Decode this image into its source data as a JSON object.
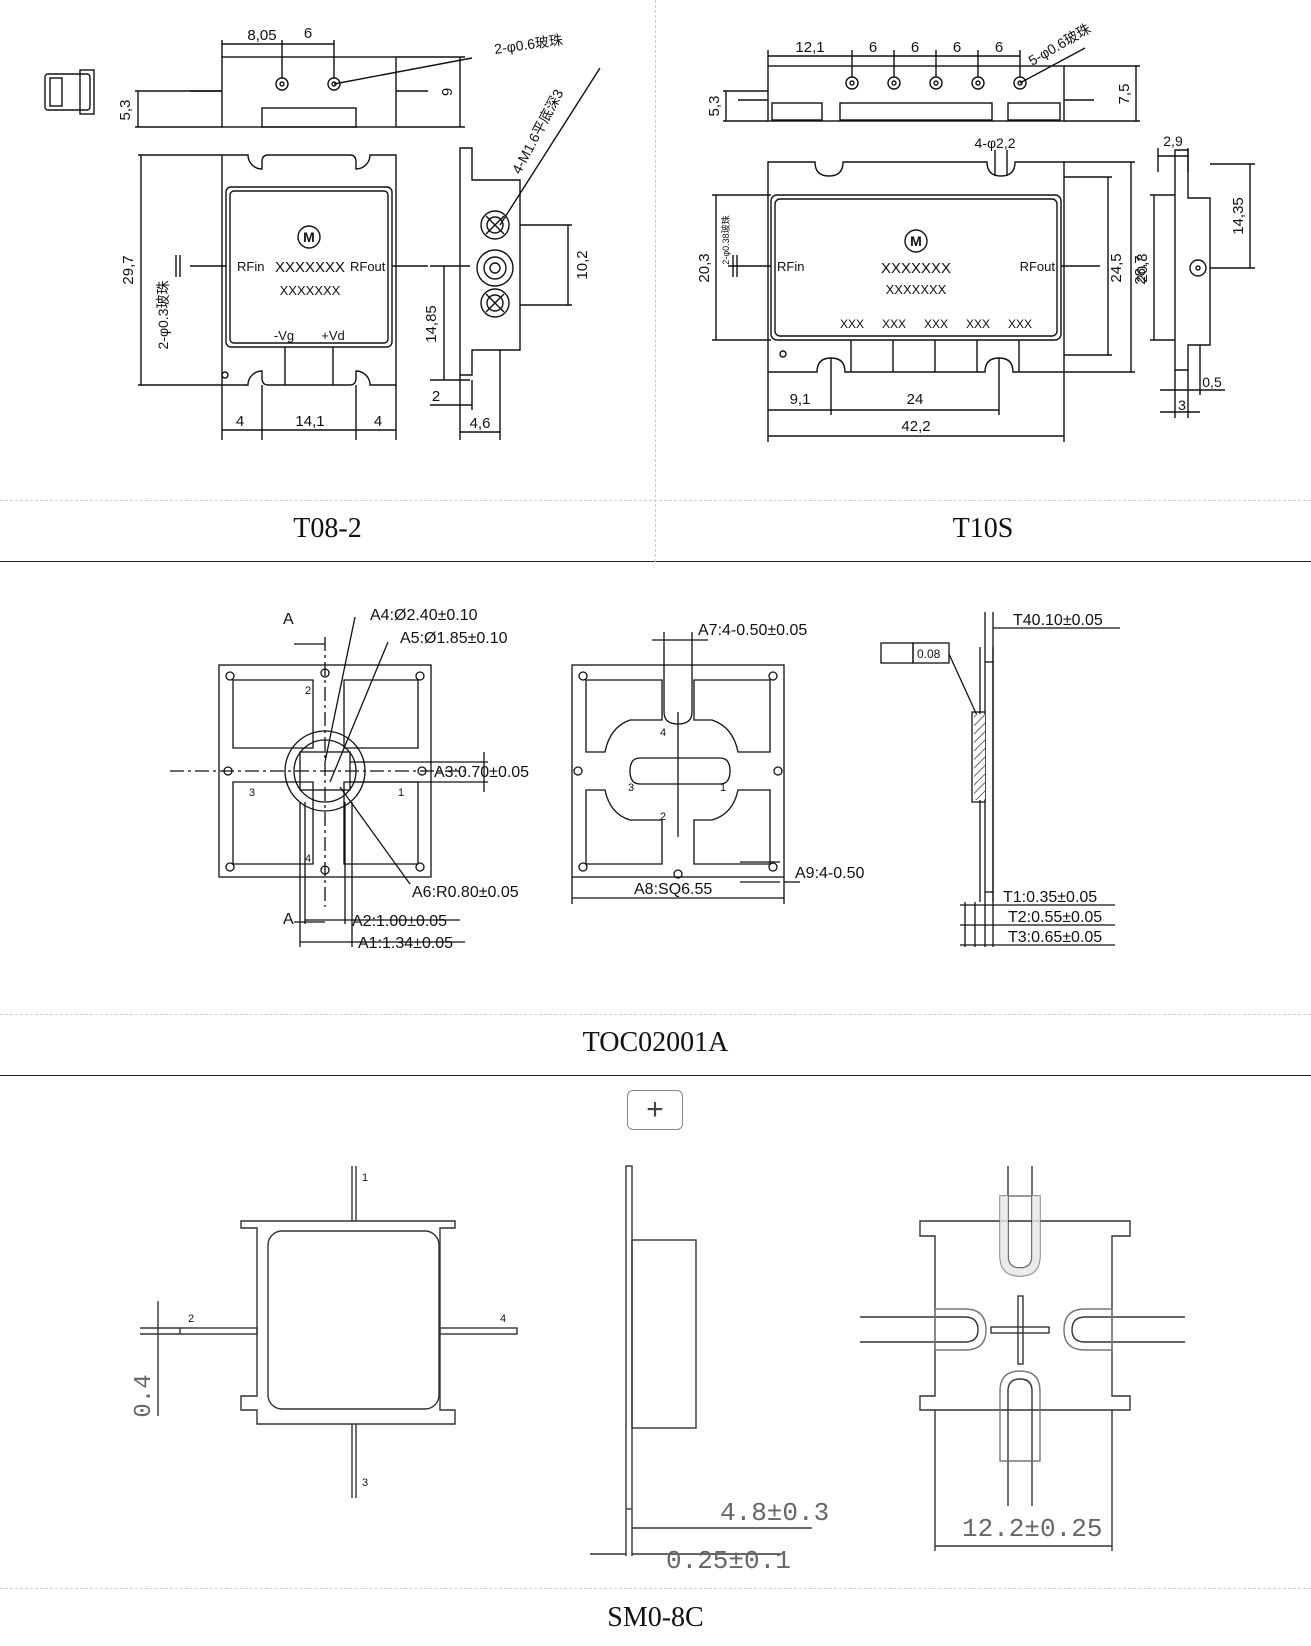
{
  "t08": {
    "caption": "T08-2",
    "dims": {
      "d1": "8,05",
      "d2": "6",
      "d3": "5,3",
      "d4": "9",
      "d5": "29,7",
      "d6": "10,2",
      "d7": "14,85",
      "d8": "2",
      "d9": "4,6",
      "d10": "4",
      "d11": "14,1",
      "d12": "4"
    },
    "notes": {
      "bead06": "2-φ0.6玻珠",
      "m16": "4-M1.6平底深3",
      "bead03": "2-φ0.3玻珠"
    },
    "labels": {
      "rfin": "RFin",
      "model": "XXXXXXX",
      "rfout": "RFout",
      "model2": "XXXXXXX",
      "vg": "-Vg",
      "vd": "+Vd",
      "logo": "M"
    }
  },
  "t10": {
    "caption": "T10S",
    "dims": {
      "d1": "12,1",
      "d2": "6",
      "d3": "6",
      "d4": "6",
      "d5": "6",
      "d6": "5,3",
      "d7": "7,5",
      "d8": "2,9",
      "d9": "14,35",
      "d10": "20,3",
      "d11": "24,5",
      "d12": "28,7",
      "d13": "20,3",
      "d14": "0,5",
      "d15": "3",
      "d16": "9,1",
      "d17": "24",
      "d18": "42,2"
    },
    "notes": {
      "bead06": "5-φ0.6玻珠",
      "hole": "4-φ2,2",
      "bead038": "2-φ0.38玻珠"
    },
    "labels": {
      "rfin": "RFin",
      "rfout": "RFout",
      "model": "XXXXXXX",
      "model2": "XXXXXXX",
      "xxx": "XXX",
      "logo": "M"
    }
  },
  "toc": {
    "caption": "TOC02001A",
    "dims": {
      "a4": "A4:Ø2.40±0.10",
      "a5": "A5:Ø1.85±0.10",
      "a3": "A3:0.70±0.05",
      "a6": "A6:R0.80±0.05",
      "a2": "A2:1.00±0.05",
      "a1": "A1:1.34±0.05",
      "a7": "A7:4-0.50±0.05",
      "a9": "A9:4-0.50",
      "a8": "A8:SQ6.55",
      "t4": "T40.10±0.05",
      "flat": "0.08",
      "t1": "T1:0.35±0.05",
      "t2": "T2:0.55±0.05",
      "t3": "T3:0.65±0.05",
      "secA": "A"
    },
    "pins": {
      "p1": "1",
      "p2": "2",
      "p3": "3",
      "p4": "4"
    }
  },
  "sm0": {
    "caption": "SM0-8C",
    "plus_label": "+",
    "dims": {
      "d04": "0.4",
      "d48": "4.8±0.3",
      "d025": "0.25±0.1",
      "d122": "12.2±0.25"
    },
    "pins": {
      "p1": "1",
      "p2": "2",
      "p3": "3",
      "p4": "4"
    }
  }
}
